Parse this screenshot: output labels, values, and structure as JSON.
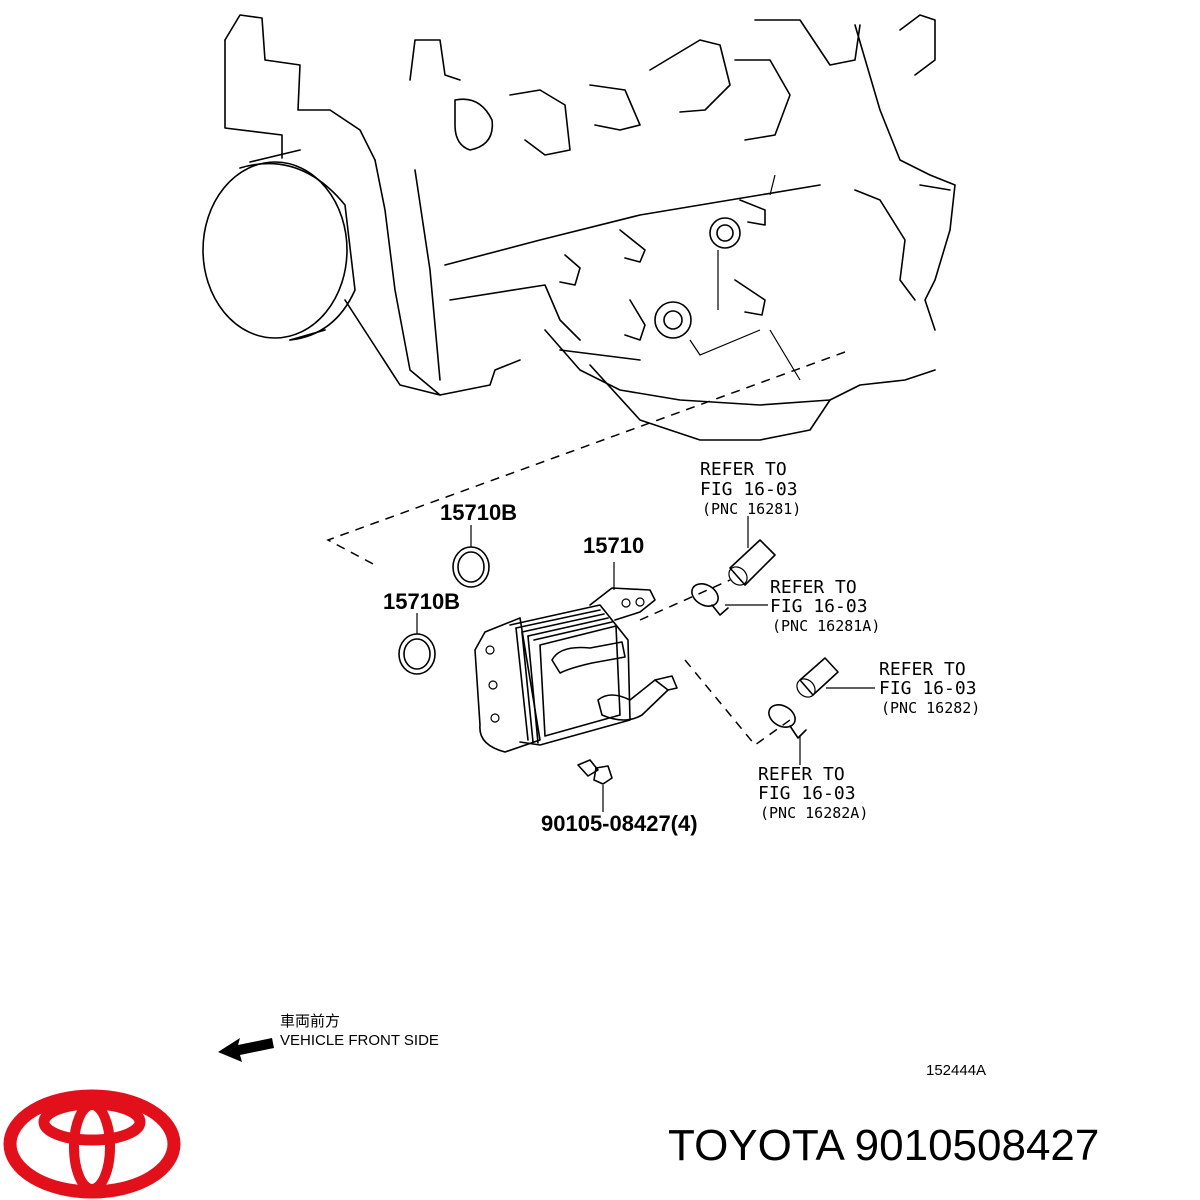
{
  "callouts": {
    "oring_upper": "15710B",
    "cooler": "15710",
    "oring_lower": "15710B",
    "bolt": "90105-08427(4)"
  },
  "references": [
    {
      "line1": "REFER TO",
      "line2": "FIG 16-03",
      "line3": "(PNC 16281)"
    },
    {
      "line1": "REFER TO",
      "line2": "FIG 16-03",
      "line3": "(PNC 16281A)"
    },
    {
      "line1": "REFER TO",
      "line2": "FIG 16-03",
      "line3": "(PNC 16282)"
    },
    {
      "line1": "REFER TO",
      "line2": "FIG 16-03",
      "line3": "(PNC 16282A)"
    }
  ],
  "direction": {
    "japanese": "車両前方",
    "english": "VEHICLE FRONT SIDE"
  },
  "diagram_code": "152444A",
  "brand": {
    "name": "TOYOTA",
    "part_number": "9010508427",
    "logo_color": "#e2101b"
  }
}
